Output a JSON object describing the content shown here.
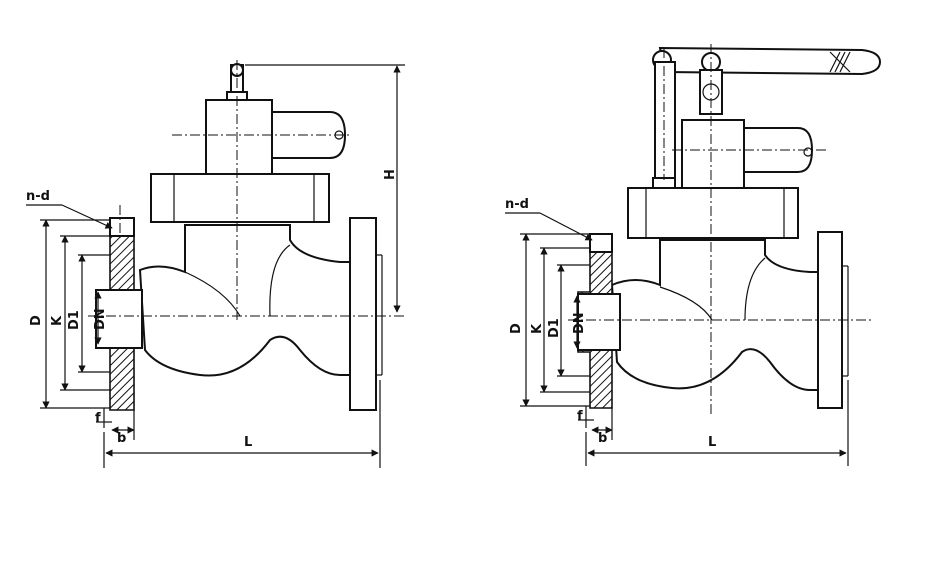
{
  "labels": {
    "left": {
      "nd": "n-d",
      "D": "D",
      "K": "K",
      "D1": "D1",
      "DN": "DN",
      "H": "H",
      "L": "L",
      "f": "f",
      "b": "b"
    },
    "right": {
      "nd": "n-d",
      "D": "D",
      "K": "K",
      "D1": "D1",
      "DN": "DN",
      "L": "L",
      "f": "f",
      "b": "b"
    }
  },
  "colors": {
    "ink": "#111111",
    "paper": "#ffffff"
  }
}
